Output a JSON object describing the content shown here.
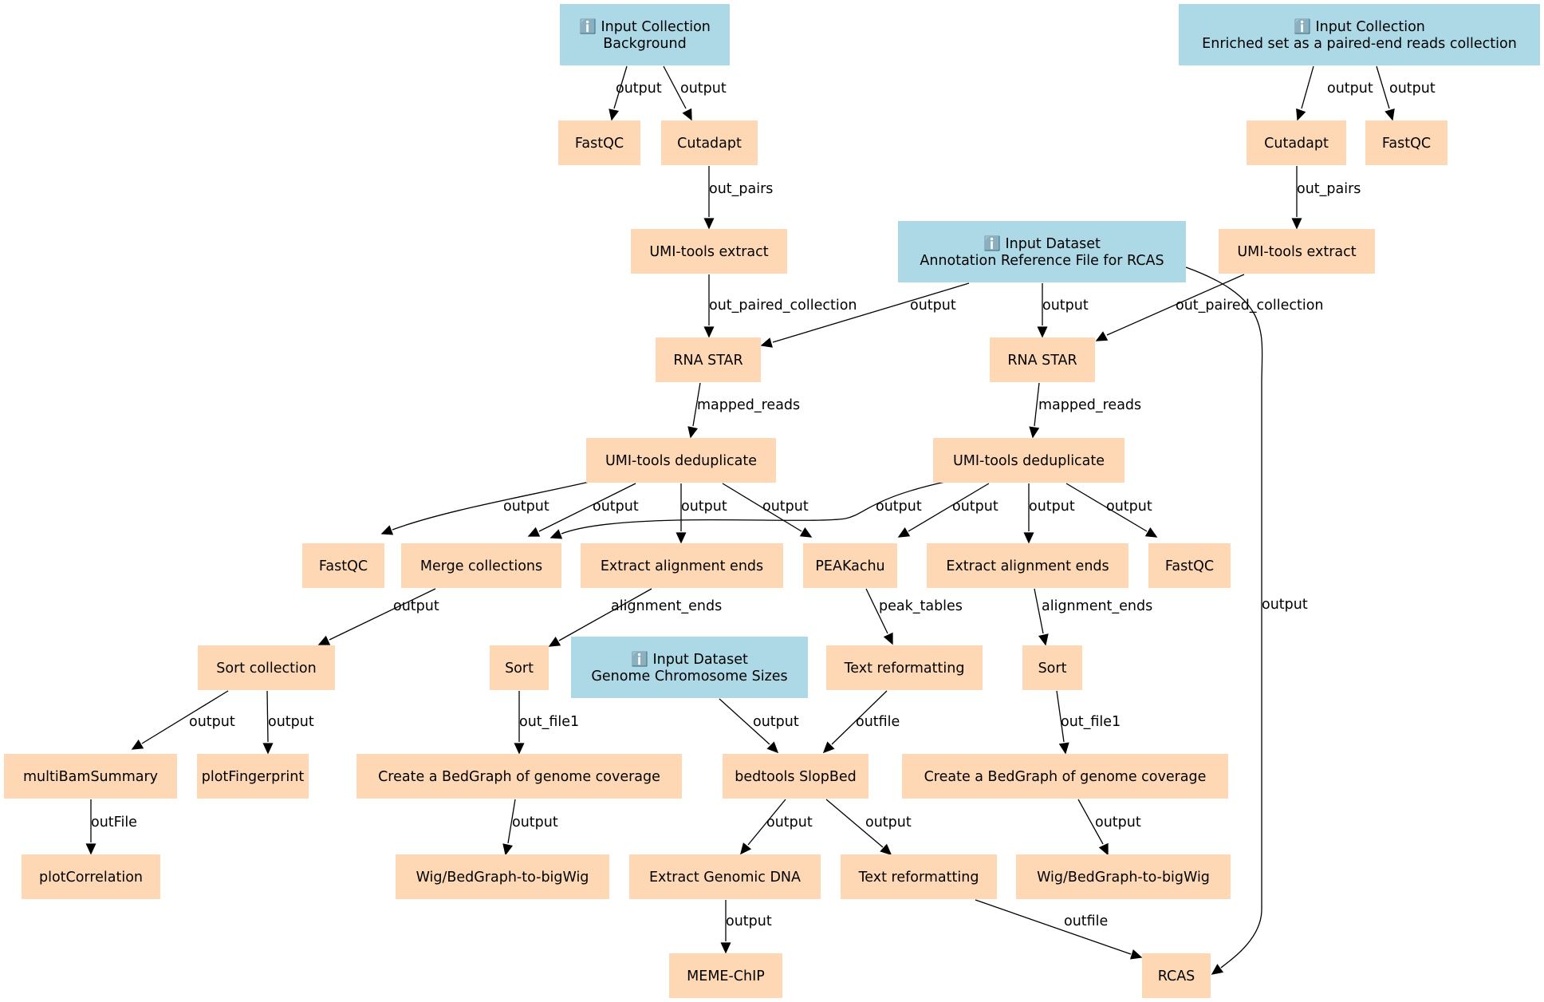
{
  "colors": {
    "input_node": "#add8e6",
    "tool_node": "#fed8b5",
    "edge": "#000000"
  },
  "nodes": [
    {
      "id": "in_background",
      "kind": "input",
      "lines": [
        "ℹ️ Input Collection",
        "Background"
      ]
    },
    {
      "id": "in_enriched",
      "kind": "input",
      "lines": [
        "ℹ️ Input Collection",
        "Enriched set as a paired-end reads collection"
      ]
    },
    {
      "id": "in_annotation",
      "kind": "input",
      "lines": [
        "ℹ️ Input Dataset",
        "Annotation Reference File for RCAS"
      ]
    },
    {
      "id": "in_chromsizes",
      "kind": "input",
      "lines": [
        "ℹ️ Input Dataset",
        "Genome Chromosome Sizes"
      ]
    },
    {
      "id": "fastqc_bg",
      "kind": "tool",
      "lines": [
        "FastQC"
      ]
    },
    {
      "id": "cutadapt_bg",
      "kind": "tool",
      "lines": [
        "Cutadapt"
      ]
    },
    {
      "id": "cutadapt_en",
      "kind": "tool",
      "lines": [
        "Cutadapt"
      ]
    },
    {
      "id": "fastqc_en",
      "kind": "tool",
      "lines": [
        "FastQC"
      ]
    },
    {
      "id": "umiext_bg",
      "kind": "tool",
      "lines": [
        "UMI-tools extract"
      ]
    },
    {
      "id": "umiext_en",
      "kind": "tool",
      "lines": [
        "UMI-tools extract"
      ]
    },
    {
      "id": "star_bg",
      "kind": "tool",
      "lines": [
        "RNA STAR"
      ]
    },
    {
      "id": "star_en",
      "kind": "tool",
      "lines": [
        "RNA STAR"
      ]
    },
    {
      "id": "dedup_bg",
      "kind": "tool",
      "lines": [
        "UMI-tools deduplicate"
      ]
    },
    {
      "id": "dedup_en",
      "kind": "tool",
      "lines": [
        "UMI-tools deduplicate"
      ]
    },
    {
      "id": "fastqc_dbg",
      "kind": "tool",
      "lines": [
        "FastQC"
      ]
    },
    {
      "id": "merge",
      "kind": "tool",
      "lines": [
        "Merge collections"
      ]
    },
    {
      "id": "extract_bg",
      "kind": "tool",
      "lines": [
        "Extract alignment ends"
      ]
    },
    {
      "id": "peakachu",
      "kind": "tool",
      "lines": [
        "PEAKachu"
      ]
    },
    {
      "id": "extract_en",
      "kind": "tool",
      "lines": [
        "Extract alignment ends"
      ]
    },
    {
      "id": "fastqc_den",
      "kind": "tool",
      "lines": [
        "FastQC"
      ]
    },
    {
      "id": "sortcoll",
      "kind": "tool",
      "lines": [
        "Sort collection"
      ]
    },
    {
      "id": "sort_bg",
      "kind": "tool",
      "lines": [
        "Sort"
      ]
    },
    {
      "id": "textref1",
      "kind": "tool",
      "lines": [
        "Text reformatting"
      ]
    },
    {
      "id": "sort_en",
      "kind": "tool",
      "lines": [
        "Sort"
      ]
    },
    {
      "id": "multibam",
      "kind": "tool",
      "lines": [
        "multiBamSummary"
      ]
    },
    {
      "id": "fingerprint",
      "kind": "tool",
      "lines": [
        "plotFingerprint"
      ]
    },
    {
      "id": "bedgraph_bg",
      "kind": "tool",
      "lines": [
        "Create a BedGraph of genome coverage"
      ]
    },
    {
      "id": "slopbed",
      "kind": "tool",
      "lines": [
        "bedtools SlopBed"
      ]
    },
    {
      "id": "bedgraph_en",
      "kind": "tool",
      "lines": [
        "Create a BedGraph of genome coverage"
      ]
    },
    {
      "id": "plotcorr",
      "kind": "tool",
      "lines": [
        "plotCorrelation"
      ]
    },
    {
      "id": "bigwig_bg",
      "kind": "tool",
      "lines": [
        "Wig/BedGraph-to-bigWig"
      ]
    },
    {
      "id": "extractdna",
      "kind": "tool",
      "lines": [
        "Extract Genomic DNA"
      ]
    },
    {
      "id": "textref2",
      "kind": "tool",
      "lines": [
        "Text reformatting"
      ]
    },
    {
      "id": "bigwig_en",
      "kind": "tool",
      "lines": [
        "Wig/BedGraph-to-bigWig"
      ]
    },
    {
      "id": "memechip",
      "kind": "tool",
      "lines": [
        "MEME-ChIP"
      ]
    },
    {
      "id": "rcas",
      "kind": "tool",
      "lines": [
        "RCAS"
      ]
    }
  ],
  "edges": [
    {
      "id": "e1",
      "from": "in_background",
      "to": "fastqc_bg",
      "label": "output"
    },
    {
      "id": "e2",
      "from": "in_background",
      "to": "cutadapt_bg",
      "label": "output"
    },
    {
      "id": "e3",
      "from": "in_enriched",
      "to": "cutadapt_en",
      "label": "output"
    },
    {
      "id": "e4",
      "from": "in_enriched",
      "to": "fastqc_en",
      "label": "output"
    },
    {
      "id": "e5",
      "from": "cutadapt_bg",
      "to": "umiext_bg",
      "label": "out_pairs"
    },
    {
      "id": "e6",
      "from": "cutadapt_en",
      "to": "umiext_en",
      "label": "out_pairs"
    },
    {
      "id": "e7",
      "from": "umiext_bg",
      "to": "star_bg",
      "label": "out_paired_collection"
    },
    {
      "id": "e8",
      "from": "in_annotation",
      "to": "star_bg",
      "label": "output"
    },
    {
      "id": "e9",
      "from": "in_annotation",
      "to": "star_en",
      "label": "output"
    },
    {
      "id": "e10",
      "from": "umiext_en",
      "to": "star_en",
      "label": "out_paired_collection"
    },
    {
      "id": "e11",
      "from": "in_annotation",
      "to": "rcas",
      "label": "output"
    },
    {
      "id": "e12",
      "from": "star_bg",
      "to": "dedup_bg",
      "label": "mapped_reads"
    },
    {
      "id": "e13",
      "from": "star_en",
      "to": "dedup_en",
      "label": "mapped_reads"
    },
    {
      "id": "e14",
      "from": "dedup_bg",
      "to": "fastqc_dbg",
      "label": "output"
    },
    {
      "id": "e15",
      "from": "dedup_bg",
      "to": "merge",
      "label": "output"
    },
    {
      "id": "e16",
      "from": "dedup_bg",
      "to": "extract_bg",
      "label": "output"
    },
    {
      "id": "e17",
      "from": "dedup_bg",
      "to": "peakachu",
      "label": "output"
    },
    {
      "id": "e18",
      "from": "dedup_en",
      "to": "merge",
      "label": "output"
    },
    {
      "id": "e19",
      "from": "dedup_en",
      "to": "peakachu",
      "label": "output"
    },
    {
      "id": "e20",
      "from": "dedup_en",
      "to": "extract_en",
      "label": "output"
    },
    {
      "id": "e21",
      "from": "dedup_en",
      "to": "fastqc_den",
      "label": "output"
    },
    {
      "id": "e22",
      "from": "merge",
      "to": "sortcoll",
      "label": "output"
    },
    {
      "id": "e23",
      "from": "extract_bg",
      "to": "sort_bg",
      "label": "alignment_ends"
    },
    {
      "id": "e24",
      "from": "peakachu",
      "to": "textref1",
      "label": "peak_tables"
    },
    {
      "id": "e25",
      "from": "extract_en",
      "to": "sort_en",
      "label": "alignment_ends"
    },
    {
      "id": "e26",
      "from": "sortcoll",
      "to": "multibam",
      "label": "output"
    },
    {
      "id": "e27",
      "from": "sortcoll",
      "to": "fingerprint",
      "label": "output"
    },
    {
      "id": "e28",
      "from": "sort_bg",
      "to": "bedgraph_bg",
      "label": "out_file1"
    },
    {
      "id": "e29",
      "from": "in_chromsizes",
      "to": "slopbed",
      "label": "output"
    },
    {
      "id": "e30",
      "from": "textref1",
      "to": "slopbed",
      "label": "outfile"
    },
    {
      "id": "e31",
      "from": "sort_en",
      "to": "bedgraph_en",
      "label": "out_file1"
    },
    {
      "id": "e32",
      "from": "multibam",
      "to": "plotcorr",
      "label": "outFile"
    },
    {
      "id": "e33",
      "from": "bedgraph_bg",
      "to": "bigwig_bg",
      "label": "output"
    },
    {
      "id": "e34",
      "from": "slopbed",
      "to": "extractdna",
      "label": "output"
    },
    {
      "id": "e35",
      "from": "slopbed",
      "to": "textref2",
      "label": "output"
    },
    {
      "id": "e36",
      "from": "bedgraph_en",
      "to": "bigwig_en",
      "label": "output"
    },
    {
      "id": "e37",
      "from": "extractdna",
      "to": "memechip",
      "label": "output"
    },
    {
      "id": "e38",
      "from": "textref2",
      "to": "rcas",
      "label": "outfile"
    }
  ]
}
